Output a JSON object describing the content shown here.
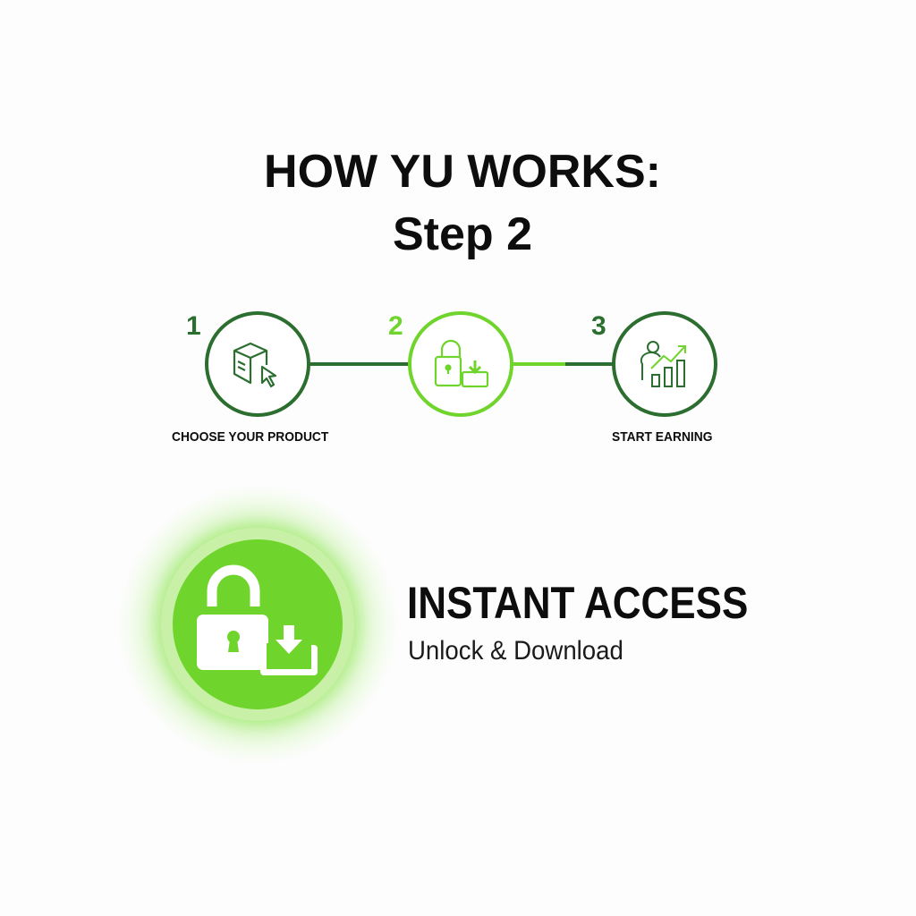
{
  "header": {
    "title": "HOW YU WORKS:",
    "subtitle": "Step 2"
  },
  "steps": [
    {
      "number": "1",
      "label": "CHOOSE YOUR PRODUCT",
      "icon": "product-box-cursor-icon"
    },
    {
      "number": "2",
      "label": "",
      "icon": "lock-download-icon"
    },
    {
      "number": "3",
      "label": "START EARNING",
      "icon": "person-growth-chart-icon"
    }
  ],
  "current_step": 2,
  "feature": {
    "title": "INSTANT ACCESS",
    "description": "Unlock & Download",
    "icon": "lock-download-icon"
  },
  "colors": {
    "dark_green": "#2b6e2f",
    "accent_green": "#6fd42c",
    "text": "#0d0d0d"
  }
}
